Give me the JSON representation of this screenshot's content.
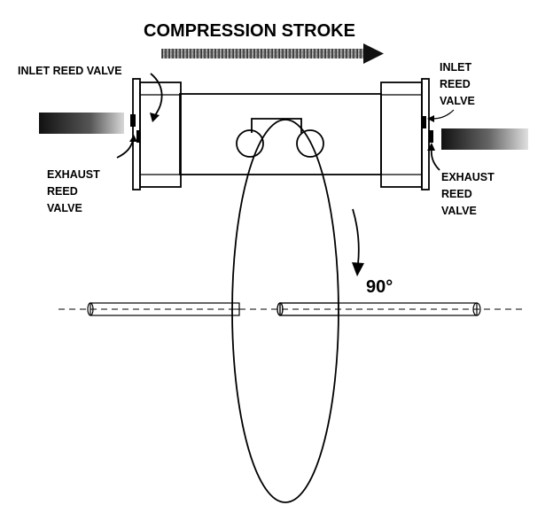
{
  "title": "COMPRESSION STROKE",
  "left_labels": {
    "inlet": "INLET REED VALVE",
    "exhaust_line1": "EXHAUST",
    "exhaust_line2": "REED",
    "exhaust_line3": "VALVE"
  },
  "right_labels": {
    "inlet_line1": "INLET",
    "inlet_line2": "REED",
    "inlet_line3": "VALVE",
    "exhaust_line1": "EXHAUST",
    "exhaust_line2": "REED",
    "exhaust_line3": "VALVE"
  },
  "rotation_angle": "90°",
  "icons": [
    "compression-direction-arrow",
    "inflow-arrow",
    "outflow-arrow",
    "rotation-arrow"
  ]
}
